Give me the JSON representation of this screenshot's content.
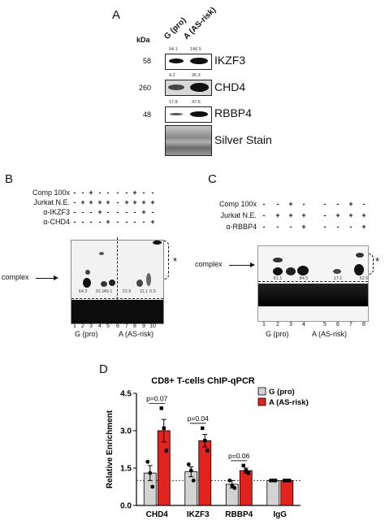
{
  "panel_a": {
    "letter": "A",
    "kda_label": "kDa",
    "lane_labels": [
      "G (pro)",
      "A (AS-risk)"
    ],
    "blots": [
      {
        "marker": "58",
        "name": "IKZF3",
        "values": [
          "94.1",
          "146.5"
        ]
      },
      {
        "marker": "260",
        "name": "CHD4",
        "values": [
          "4.2",
          "36.3"
        ]
      },
      {
        "marker": "48",
        "name": "RBBP4",
        "values": [
          "17.8",
          "47.6"
        ]
      },
      {
        "marker": "",
        "name": "Silver Stain",
        "values": []
      }
    ]
  },
  "panel_b": {
    "letter": "B",
    "rows": [
      {
        "label": "Comp 100x",
        "marks": [
          "-",
          "-",
          "+",
          "-",
          "-",
          "-",
          "-",
          "+",
          "-",
          "-"
        ]
      },
      {
        "label": "Jurkat N.E.",
        "marks": [
          "-",
          "+",
          "+",
          "+",
          "+",
          "-",
          "+",
          "+",
          "+",
          "+"
        ]
      },
      {
        "label": "α-IKZF3",
        "marks": [
          "-",
          "-",
          "-",
          "+",
          "-",
          "-",
          "-",
          "-",
          "+",
          "-"
        ]
      },
      {
        "label": "α-CHD4",
        "marks": [
          "-",
          "-",
          "-",
          "-",
          "+",
          "-",
          "-",
          "-",
          "-",
          "+"
        ]
      }
    ],
    "complex_label": "complex",
    "star": "*",
    "complex_values": [
      "64.3",
      "32.1",
      "45.1",
      "22.9",
      "11.1",
      "6.5"
    ],
    "lane_numbers": [
      "1",
      "2",
      "3",
      "4",
      "5",
      "6",
      "7",
      "8",
      "9",
      "10"
    ],
    "group_labels": [
      "G (pro)",
      "A (AS-risk)"
    ]
  },
  "panel_c": {
    "letter": "C",
    "rows": [
      {
        "label": "Comp 100x",
        "marks": [
          "-",
          "-",
          "+",
          "-",
          "-",
          "-",
          "+",
          "-"
        ]
      },
      {
        "label": "Jurkat N.E.",
        "marks": [
          "-",
          "+",
          "+",
          "+",
          "-",
          "+",
          "+",
          "+"
        ]
      },
      {
        "label": "α-RBBP4",
        "marks": [
          "-",
          "-",
          "-",
          "+",
          "-",
          "-",
          "-",
          "+"
        ]
      }
    ],
    "complex_label": "complex",
    "star": "*",
    "complex_values": [
      "81.1",
      "84.5",
      "17.1",
      "52.5"
    ],
    "lane_numbers": [
      "1",
      "2",
      "3",
      "4",
      "5",
      "6",
      "7",
      "8"
    ],
    "group_labels": [
      "G (pro)",
      "A (AS-risk)"
    ]
  },
  "chart_data": {
    "type": "bar",
    "panel_letter": "D",
    "title": "CD8+ T-cells ChIP-qPCR",
    "ylabel": "Relative Enrichment",
    "xlabel": "",
    "categories": [
      "CHD4",
      "IKZF3",
      "RBBP4",
      "IgG"
    ],
    "yticks": [
      "0.0",
      "1.5",
      "3.0",
      "4.5"
    ],
    "ylim": [
      0,
      4.5
    ],
    "reference_line": 1.0,
    "legend_position": "top-right",
    "series": [
      {
        "name": "G (pro)",
        "color": "#d3d3d3",
        "values": [
          1.3,
          1.35,
          0.85,
          1.0
        ],
        "errors": [
          0.3,
          0.2,
          0.15,
          0.02
        ],
        "points": [
          [
            1.75,
            1.3,
            0.75
          ],
          [
            1.65,
            1.4,
            1.0
          ],
          [
            1.0,
            0.8,
            0.7
          ],
          [
            1.0,
            1.0,
            1.0
          ]
        ]
      },
      {
        "name": "A (AS-risk)",
        "color": "#e3231f",
        "values": [
          3.0,
          2.6,
          1.4,
          1.0
        ],
        "errors": [
          0.45,
          0.25,
          0.1,
          0.02
        ],
        "points": [
          [
            3.9,
            3.1,
            2.2
          ],
          [
            3.1,
            2.6,
            2.2
          ],
          [
            1.6,
            1.4,
            1.3
          ],
          [
            1.0,
            1.0,
            1.0
          ]
        ]
      }
    ],
    "pvalues": [
      {
        "category": "CHD4",
        "text": "p=0.07"
      },
      {
        "category": "IKZF3",
        "text": "p=0.04"
      },
      {
        "category": "RBBP4",
        "text": "p=0.06"
      }
    ]
  }
}
